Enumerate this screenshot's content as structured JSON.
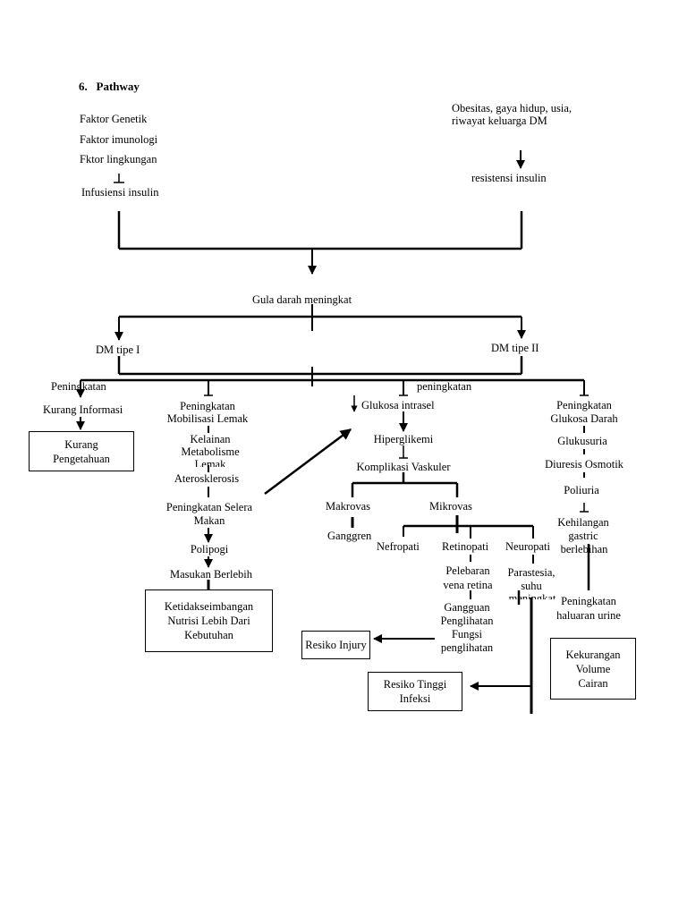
{
  "heading": {
    "number": "6.",
    "title": "Pathway"
  },
  "left_causes": {
    "item1": "Faktor Genetik",
    "item2": "Faktor imunologi",
    "item3": "Fktor lingkungan",
    "result": "Infusiensi insulin"
  },
  "right_causes": {
    "line1": "Obesitas, gaya hidup, usia,",
    "line2": "riwayat keluarga DM",
    "result": "resistensi insulin"
  },
  "center": {
    "gula": "Gula darah meningkat",
    "dm1": "DM tipe I",
    "dm2": "DM tipe II"
  },
  "branch1": {
    "peningkatan": "Peningkatan",
    "kurang_info": "Kurang Informasi",
    "box_line1": "Kurang",
    "box_line2": "Pengetahuan"
  },
  "branch2": {
    "l1": "Peningkatan",
    "l2": "Mobilisasi Lemak",
    "kel1": "Kelainan",
    "kel2": "Metabolisme",
    "kel3": "Lemak",
    "atero": "Aterosklerosis",
    "selera1": "Peningkatan Selera",
    "selera2": "Makan",
    "polipogi": "Polipogi",
    "masukan": "Masukan Berlebih",
    "box1": "Ketidakseimbangan",
    "box2": "Nutrisi Lebih Dari",
    "box3": "Kebutuhan"
  },
  "branch3": {
    "peningkatan": "peningkatan",
    "glukosa": "Glukosa intrasel",
    "hiper": "Hiperglikemi",
    "komplikasi": "Komplikasi Vaskuler",
    "makrovas": "Makrovas",
    "mikrovas": "Mikrovas",
    "ganggren": "Ganggren",
    "nefropati": "Nefropati",
    "retinopati": "Retinopati",
    "neuropati": "Neuropati",
    "pelebaran1": "Pelebaran",
    "pelebaran2": "vena retina",
    "gangguan1": "Gangguan",
    "gangguan2": "Penglihatan",
    "gangguan3": "Fungsi",
    "gangguan4": "penglihatan",
    "parastesia1": "Parastesia,",
    "parastesia2": "suhu",
    "parastesia3": "meningkat",
    "injury": "Resiko Injury",
    "infeksi1": "Resiko Tinggi",
    "infeksi2": "Infeksi"
  },
  "branch4": {
    "l1": "Peningkatan",
    "l2": "Glukosa Darah",
    "glukusuria": "Glukusuria",
    "diuresis": "Diuresis Osmotik",
    "poliuria": "Poliuria",
    "kehil1": "Kehilangan",
    "kehil2": "gastric",
    "kehil3": "berlebihan",
    "haluaran1": "Peningkatan",
    "haluaran2": "haluaran urine",
    "box1": "Kekurangan",
    "box2": "Volume",
    "box3": "Cairan"
  }
}
